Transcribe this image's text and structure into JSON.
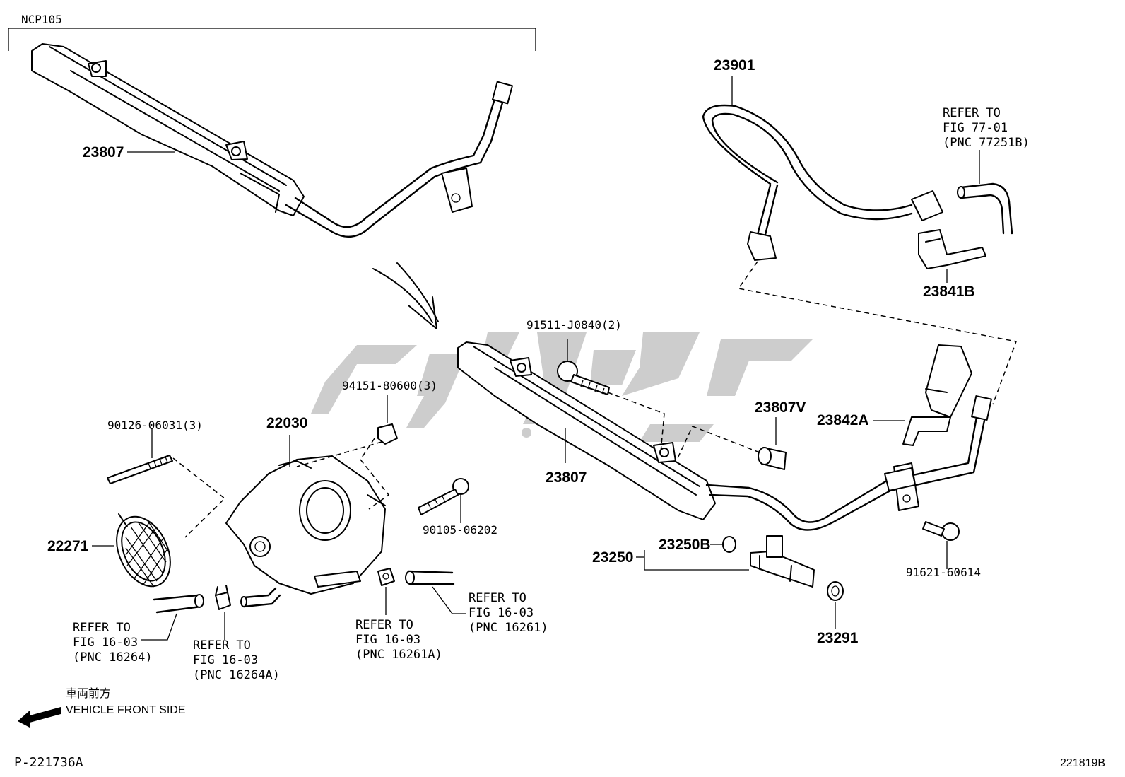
{
  "header": {
    "variant": "NCP105"
  },
  "footer": {
    "left_code": "P-221736A",
    "right_code": "221819B"
  },
  "direction": {
    "jp_label": "車両前方",
    "en_label": "VEHICLE FRONT SIDE"
  },
  "watermark": {
    "color": "#c8c8c8"
  },
  "parts": {
    "p23807_top": "23807",
    "p23807_main": "23807",
    "p23901": "23901",
    "p23841B": "23841B",
    "p23842A": "23842A",
    "p23807V": "23807V",
    "p91511": "91511-J0840(2)",
    "p94151": "94151-80600(3)",
    "p90126": "90126-06031(3)",
    "p22030": "22030",
    "p22271": "22271",
    "p90105": "90105-06202",
    "p23250": "23250",
    "p23250B": "23250B",
    "p23291": "23291",
    "p91621": "91621-60614"
  },
  "references": {
    "r77251B": {
      "line1": "REFER TO",
      "line2": "FIG 77-01",
      "line3": "(PNC 77251B)"
    },
    "r16264": {
      "line1": "REFER TO",
      "line2": "FIG 16-03",
      "line3": "(PNC 16264)"
    },
    "r16264A": {
      "line1": "REFER TO",
      "line2": "FIG 16-03",
      "line3": "(PNC 16264A)"
    },
    "r16261A": {
      "line1": "REFER TO",
      "line2": "FIG 16-03",
      "line3": "(PNC 16261A)"
    },
    "r16261": {
      "line1": "REFER TO",
      "line2": "FIG 16-03",
      "line3": "(PNC 16261)"
    }
  }
}
